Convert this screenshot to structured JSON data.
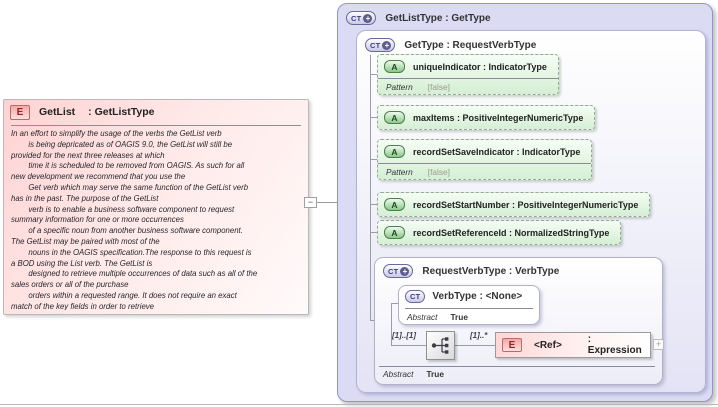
{
  "element": {
    "badge": "E",
    "name": "GetList",
    "type": ": GetListType",
    "documentation": "In an effort to simplify the usage of the verbs the GetList verb\n        is being depricated as of OAGIS 9.0, the GetList will still be\nprovided for the next three releases at which\n        time it is scheduled to be removed from OAGIS. As such for all\nnew development we recommend that you use the\n        Get verb which may serve the same function of the GetList verb\nhas in the past. The purpose of the GetList\n        verb is to enable a business software component to request\nsummary information for one or more occurrences\n        of a specific noun from another business software component.\nThe GetList may be paired with most of the\n        nouns in the OAGIS specification.The response to this request is\na BOD using the List verb. The GetList is\n        designed to retrieve multiple occurrences of data such as all of the\nsales orders or all of the purchase\n        orders within a requested range. It does not require an exact\nmatch of the key fields in order to retrieve"
  },
  "glyphs": {
    "collapse": "−",
    "expand": "+",
    "ct_plus": "+"
  },
  "getlisttype": {
    "badge": "CT",
    "title": "GetListType : GetType"
  },
  "gettype": {
    "badge": "CT",
    "title": "GetType : RequestVerbType",
    "attributes": [
      {
        "badge": "A",
        "label": "uniqueIndicator : IndicatorType",
        "facet_name": "Pattern",
        "facet_value": "[false]"
      },
      {
        "badge": "A",
        "label": "maxItems : PositiveIntegerNumericType"
      },
      {
        "badge": "A",
        "label": "recordSetSaveIndicator : IndicatorType",
        "facet_name": "Pattern",
        "facet_value": "[false]"
      },
      {
        "badge": "A",
        "label": "recordSetStartNumber : PositiveIntegerNumericType"
      },
      {
        "badge": "A",
        "label": "recordSetReferenceId : NormalizedStringType"
      }
    ]
  },
  "requestverbtype": {
    "badge": "CT",
    "title": "RequestVerbType : VerbType",
    "abstract_name": "Abstract",
    "abstract_value": "True",
    "verbtype": {
      "badge": "CT",
      "title": "VerbType : <None>",
      "abstract_name": "Abstract",
      "abstract_value": "True"
    },
    "sequence": {
      "cardinality_left": "[1]..[1]",
      "cardinality_right": "[1]..*"
    },
    "ref": {
      "badge": "E",
      "name": "<Ref>",
      "type": ": Expression"
    }
  },
  "colors": {
    "type_box_fill": "#dbdbf4",
    "attribute_fill": "#d5efd4",
    "element_fill": "#ffd2d2"
  }
}
